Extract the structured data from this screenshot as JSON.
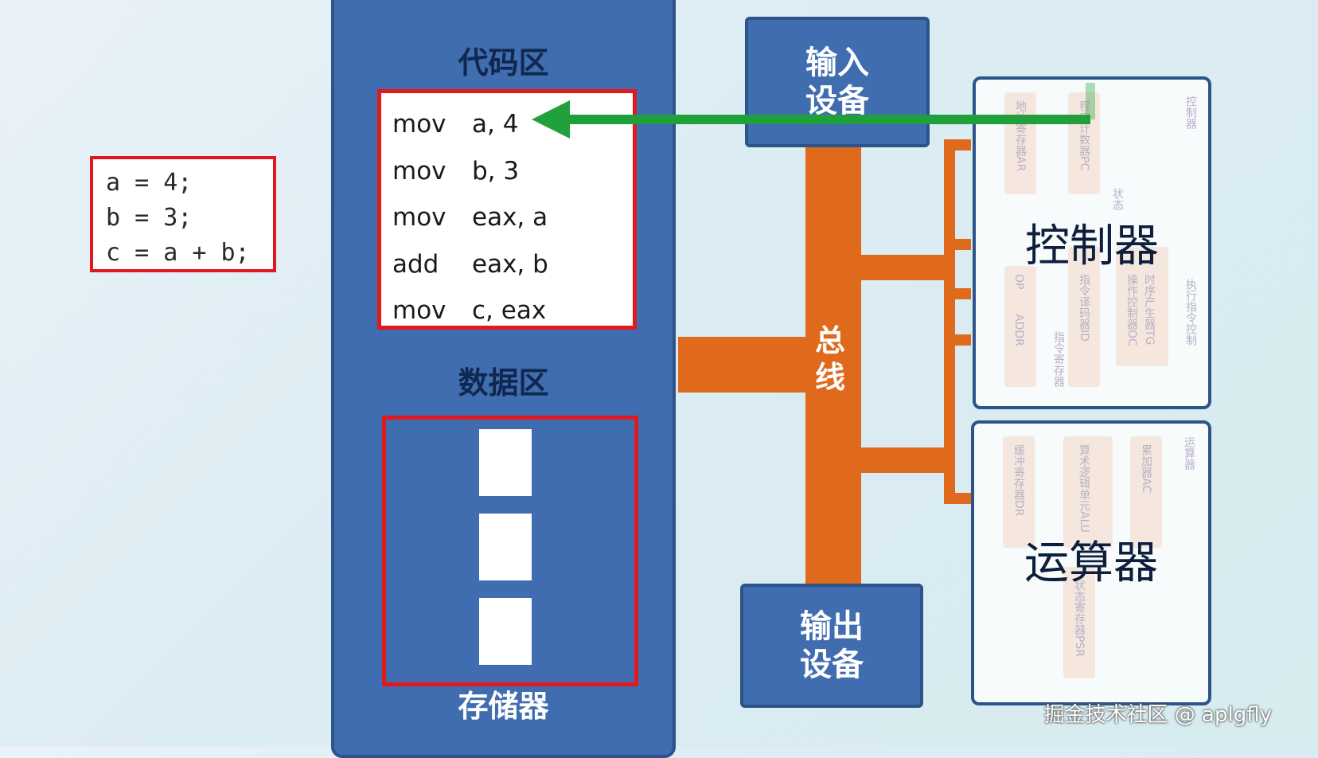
{
  "c_code": [
    "a = 4;",
    "b = 3;",
    "c = a + b;"
  ],
  "memory": {
    "code_title": "代码区",
    "data_title": "数据区",
    "footer": "存储器",
    "instructions": [
      {
        "op": "mov",
        "args": "a, 4"
      },
      {
        "op": "mov",
        "args": "b, 3"
      },
      {
        "op": "mov",
        "args": "eax, a"
      },
      {
        "op": "add",
        "args": "eax, b"
      },
      {
        "op": "mov",
        "args": "c, eax"
      }
    ]
  },
  "bus": {
    "label_1": "总",
    "label_2": "线"
  },
  "input_device": {
    "line_1": "输入",
    "line_2": "设备"
  },
  "output_device": {
    "line_1": "输出",
    "line_2": "设备"
  },
  "controller": {
    "title": "控制器",
    "faint_labels": [
      "控制器",
      "地址寄存器AR",
      "程序计数器PC",
      "状态",
      "OP",
      "ADDR",
      "指令译码器ID",
      "操作控制器OC",
      "时序产生器TG",
      "执行指令控制",
      "指令寄存器"
    ]
  },
  "alu": {
    "title": "运算器",
    "faint_labels": [
      "运算器",
      "缓冲寄存器DR",
      "算术逻辑单元ALU",
      "累加器AC",
      "状态寄存器PSR"
    ]
  },
  "watermark": "掘金技术社区 @ aplgfly",
  "colors": {
    "memory_blue": "#3f6db0",
    "bus_orange": "#e06a1c",
    "highlight_red": "#e0191e",
    "arrow_green": "#1fa03a"
  }
}
